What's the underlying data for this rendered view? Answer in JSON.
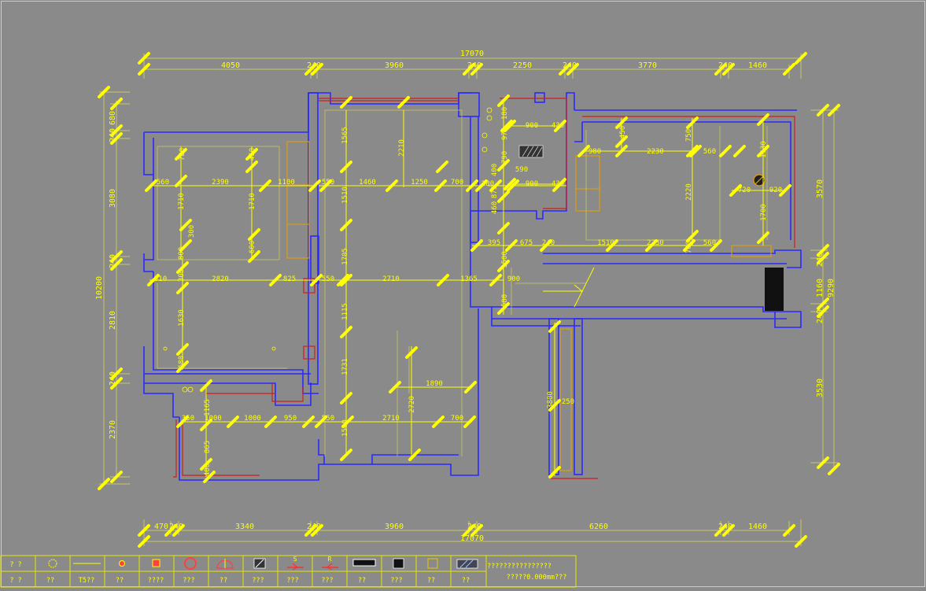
{
  "drawing": {
    "background_color": "#8a8a8a",
    "dimension_color": "#ffff00",
    "wall_color": "#2a2aff",
    "red_line_color": "#d01e1e",
    "grid_color": "#c8c864"
  },
  "top_dims": {
    "overall": "17070",
    "segments": [
      "4050",
      "240",
      "3960",
      "240",
      "2250",
      "240",
      "3770",
      "240",
      "1460"
    ]
  },
  "bottom_dims": {
    "overall": "17070",
    "segments": [
      "470",
      "240",
      "3340",
      "240",
      "3960",
      "240",
      "6260",
      "240",
      "1460"
    ]
  },
  "left_dims": {
    "overall": "10200",
    "segments": [
      "680",
      "240",
      "3080",
      "240",
      "2810",
      "240",
      "2370"
    ]
  },
  "right_dims": {
    "segments": [
      "3570",
      "240",
      "1160",
      "240",
      "3530"
    ],
    "overall": "9290"
  },
  "interior_dims": [
    "780",
    "450",
    "560",
    "2390",
    "1100",
    "550",
    "1460",
    "1250",
    "700",
    "1510",
    "1710",
    "1710",
    "800",
    "300",
    "600",
    "310",
    "2820",
    "825",
    "550",
    "2710",
    "1365",
    "900",
    "1705",
    "300",
    "1630",
    "1115",
    "680",
    "1731",
    "1890",
    "1165",
    "350",
    "1000",
    "1000",
    "950",
    "550",
    "2710",
    "700",
    "2720",
    "1500",
    "865",
    "400",
    "1565",
    "2210",
    "975",
    "900",
    "430",
    "180",
    "790",
    "900",
    "430",
    "400",
    "590",
    "280",
    "875",
    "395",
    "675",
    "240",
    "1500",
    "580",
    "980",
    "2230",
    "750",
    "560",
    "1530",
    "720",
    "920",
    "2230",
    "1510",
    "2220",
    "700",
    "1700",
    "450",
    "560",
    "3800",
    "250",
    "460"
  ],
  "legend": {
    "row1": [
      "? ?",
      "",
      "",
      "",
      "",
      "",
      "",
      "",
      "S",
      "R",
      "",
      "",
      "",
      ""
    ],
    "row2": [
      "? ?",
      "??",
      "T5??",
      "??",
      "????",
      "???",
      "??",
      "???",
      "???",
      "???",
      "??",
      "???",
      "??",
      "??"
    ],
    "note1": "????????????????",
    "note2": "?????0.000mm???"
  }
}
